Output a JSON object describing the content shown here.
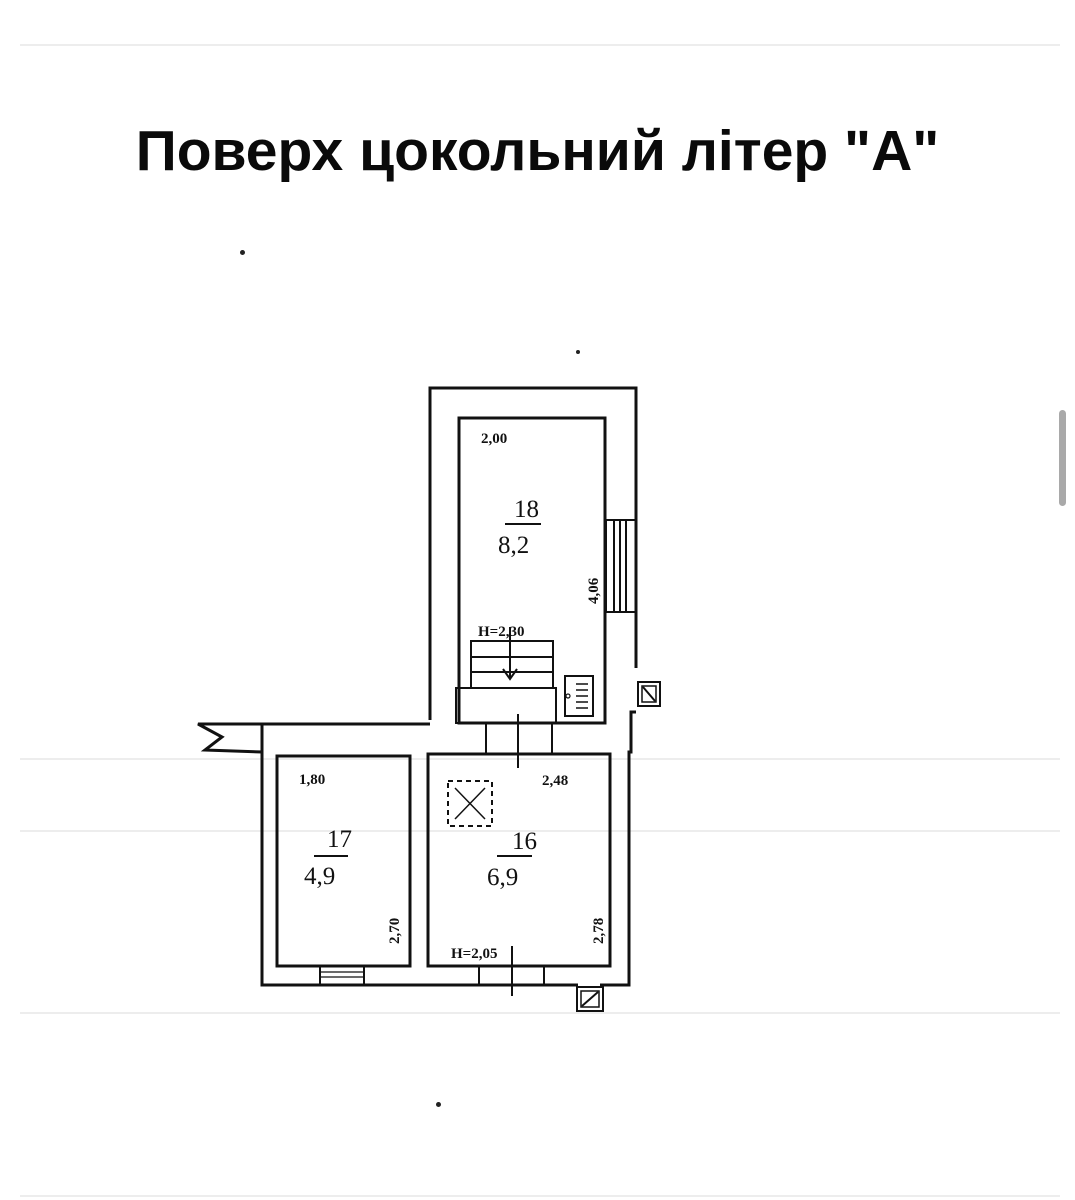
{
  "document": {
    "title": "Поверх цокольний літер \"А\""
  },
  "floor_plan": {
    "rooms": [
      {
        "id": "room-18",
        "number": "18",
        "area": "8,2",
        "width_label": "2,00",
        "length_label": "4,06",
        "height_label": "H=2,30"
      },
      {
        "id": "room-17",
        "number": "17",
        "area": "4,9",
        "width_label": "1,80",
        "length_label": "2,70"
      },
      {
        "id": "room-16",
        "number": "16",
        "area": "6,9",
        "width_label": "2,48",
        "length_label": "2,78",
        "height_label": "H=2,05"
      }
    ],
    "symbols": [
      "stairs-down",
      "gas-meter",
      "ventilation-shaft",
      "chimney-vent",
      "window",
      "door"
    ]
  },
  "ui": {
    "scrollbar_color": "#a9a9a9"
  }
}
